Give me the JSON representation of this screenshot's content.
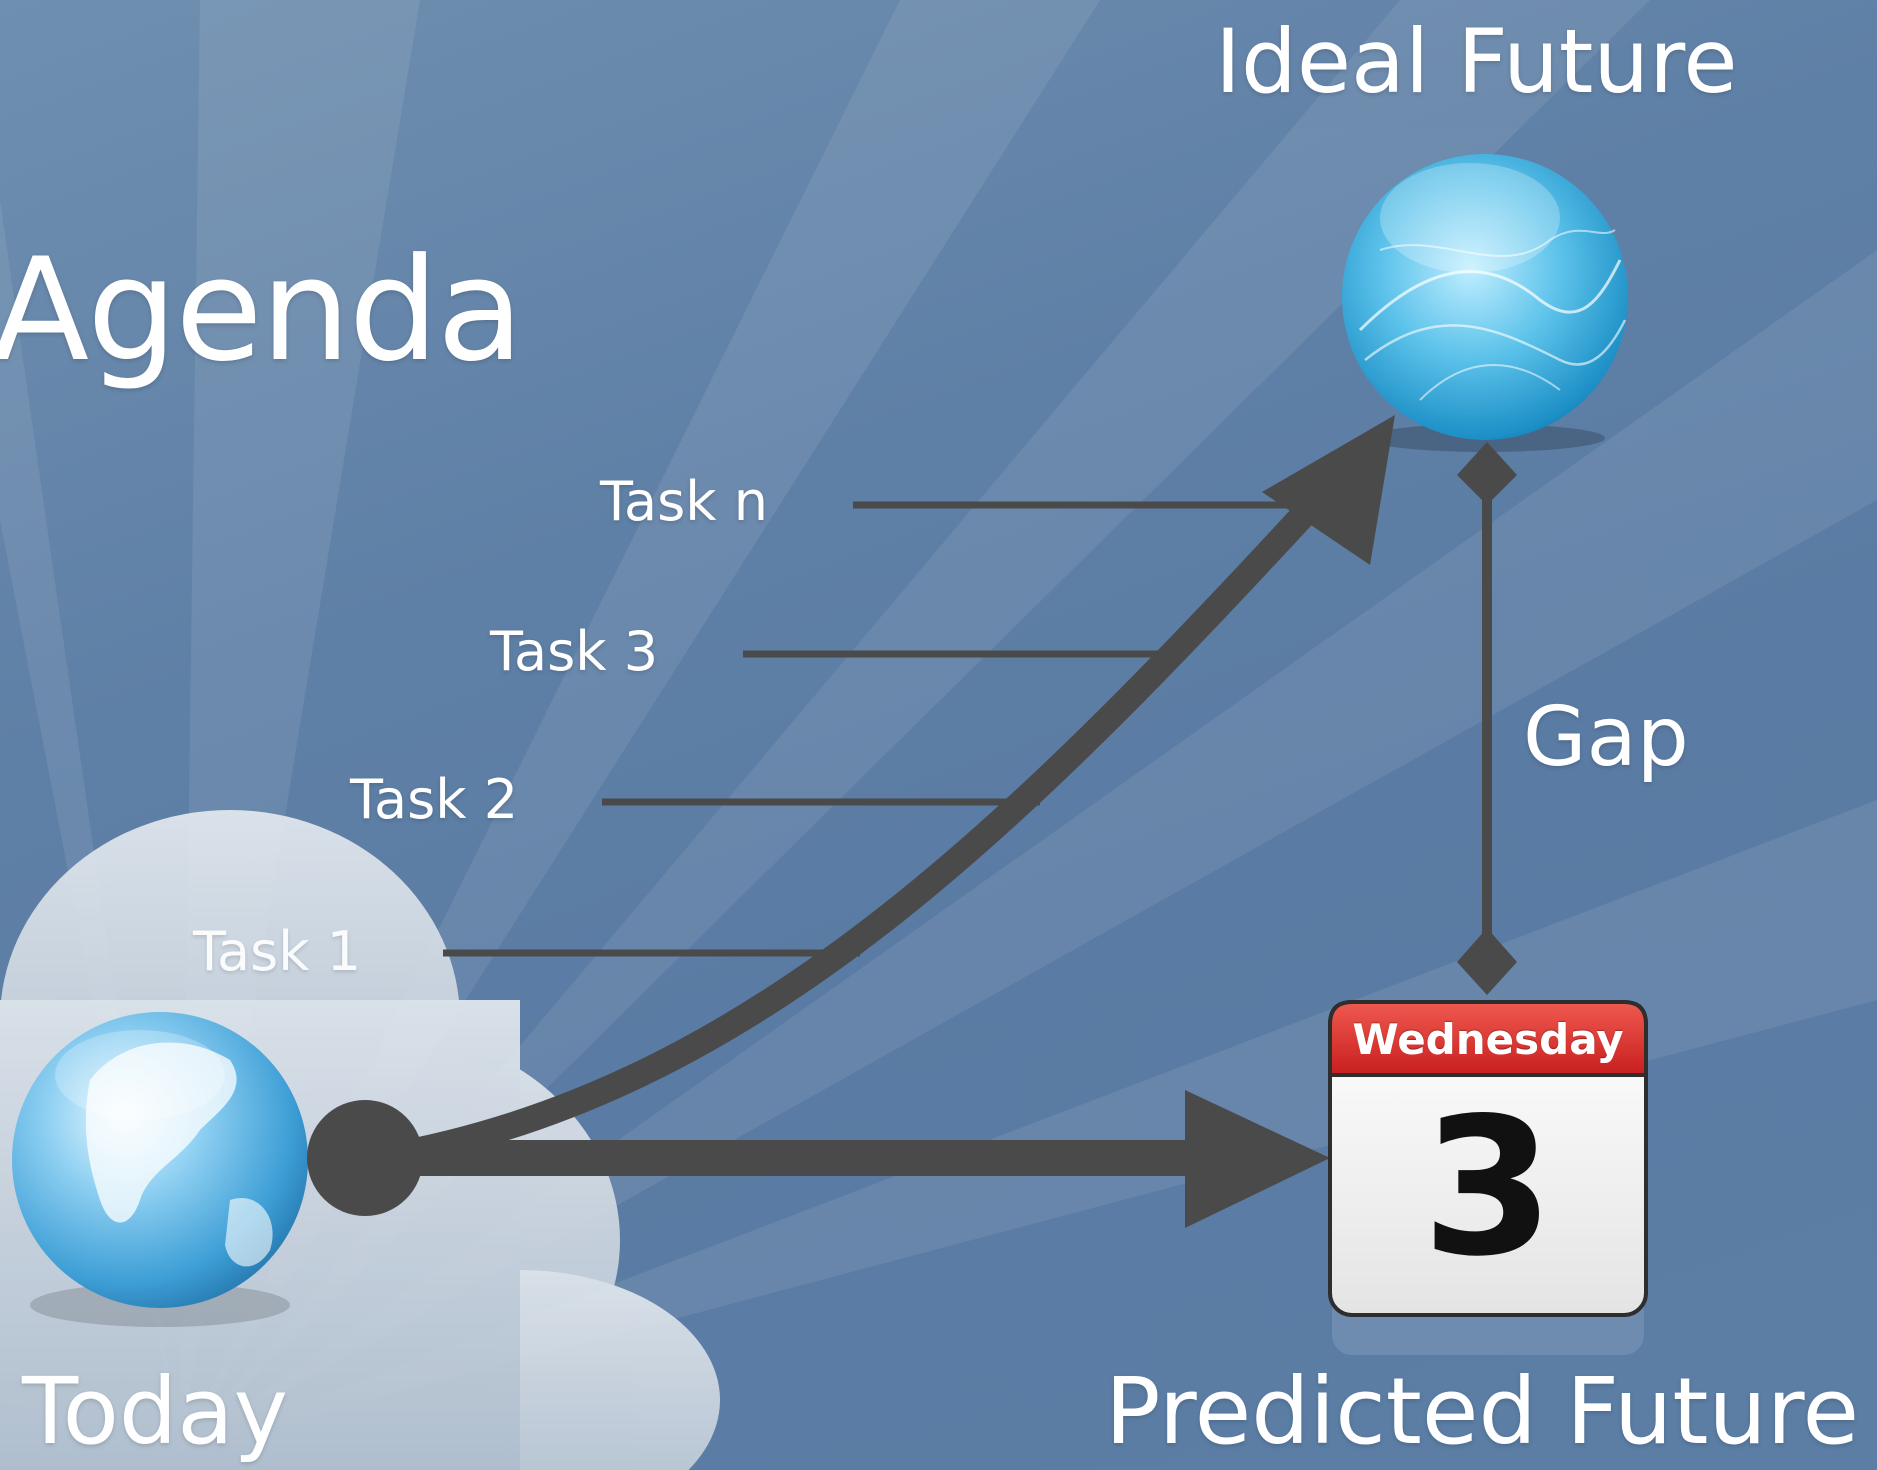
{
  "title": "Agenda",
  "nodes": {
    "ideal": "Ideal Future",
    "predicted": "Predicted Future",
    "today": "Today",
    "gap": "Gap"
  },
  "tasks": [
    "Task n",
    "Task 3",
    "Task 2",
    "Task 1"
  ],
  "calendar": {
    "day": "Wednesday",
    "date": "3"
  },
  "colors": {
    "background": "#5f80a6",
    "arrow": "#4a4a4a",
    "text": "#ffffff",
    "calendar_header": "#d42a2a"
  },
  "icons": {
    "ideal": "aqua-sphere-icon",
    "today": "earth-globe-icon",
    "predicted": "calendar-icon"
  }
}
